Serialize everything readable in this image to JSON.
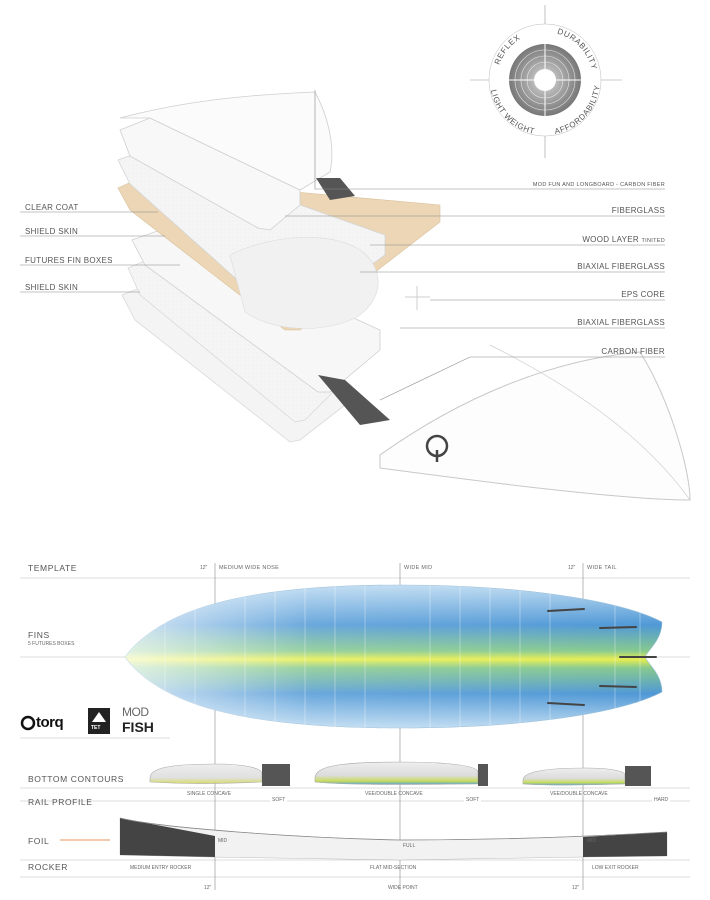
{
  "radar": {
    "labels": [
      "REFLEX",
      "DURABILITY",
      "AFFORDABILITY",
      "LIGHT WEIGHT"
    ]
  },
  "layers": {
    "left": [
      "CLEAR COAT",
      "SHIELD SKIN",
      "FUTURES FIN BOXES",
      "SHIELD SKIN"
    ],
    "right": [
      {
        "label": "MOD FUN AND LONGBOARD - CARBON FIBER"
      },
      {
        "label": "FIBERGLASS"
      },
      {
        "label": "WOOD LAYER",
        "suffix": "TINITED"
      },
      {
        "label": "BIAXIAL FIBERGLASS"
      },
      {
        "label": "EPS CORE"
      },
      {
        "label": "BIAXIAL FIBERGLASS"
      },
      {
        "label": "CARBON FIBER"
      }
    ]
  },
  "spec": {
    "template_label": "TEMPLATE",
    "fins_label": "FINS",
    "fins_sub": "5 FUTURES BOXES",
    "bottom_label": "BOTTOM CONTOURS",
    "rail_label": "RAIL PROFILE",
    "foil_label": "FOIL",
    "rocker_label": "ROCKER",
    "marks": {
      "nose_12": "12\"",
      "nose": "MEDIUM WIDE NOSE",
      "mid": "WIDE MID",
      "tail_12": "12\"",
      "tail": "WIDE TAIL"
    },
    "contours": [
      "SINGLE CONCAVE",
      "VEE/DOUBLE CONCAVE",
      "VEE/DOUBLE CONCAVE"
    ],
    "rails": [
      "SOFT",
      "SOFT",
      "HARD"
    ],
    "foil": [
      "MID",
      "FULL",
      "MID"
    ],
    "rocker": [
      "MEDIUM ENTRY ROCKER",
      "FLAT MID-SECTION",
      "LOW EXIT ROCKER"
    ],
    "bottom_marks": [
      "12\"",
      "WIDE POINT",
      "12\""
    ]
  },
  "brand": {
    "torq": "torq",
    "tet": "TET",
    "mod": "MOD",
    "fish": "FISH"
  },
  "colors": {
    "deck": "#f2f2f2",
    "wood": "#ecd6b5",
    "carbon": "#555555",
    "accent_orange": "#e8955a",
    "blue": "#3f8fd2",
    "yellow": "#e7ee4f"
  }
}
